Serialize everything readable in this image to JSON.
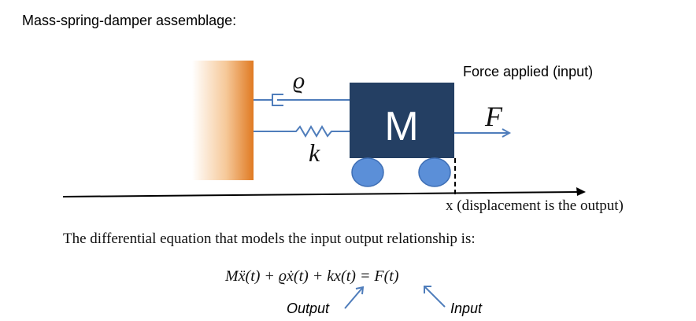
{
  "title": "Mass-spring-damper assemblage:",
  "force_label": "Force applied (input)",
  "symbols": {
    "damper": "ϱ",
    "spring": "k",
    "mass": "M",
    "force": "F"
  },
  "axis_caption": "x (displacement is the output)",
  "description": "The differential equation that models the input output relationship is:",
  "equation": "Mẍ(t) + ϱẋ(t) + kx(t) = F(t)",
  "output_label": "Output",
  "input_label": "Input",
  "colors": {
    "wall": "#e07a22",
    "mass": "#243f63",
    "wheels": "#5b8fd8",
    "links": "#4f7dbb",
    "ground": "#000000"
  }
}
